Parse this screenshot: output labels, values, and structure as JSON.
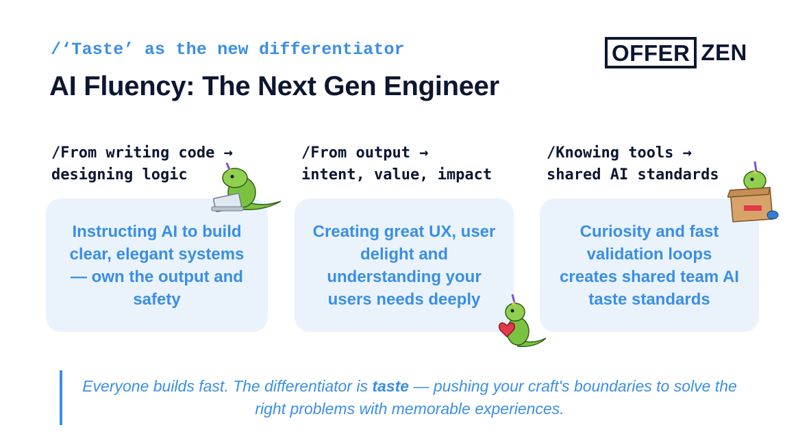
{
  "header": {
    "kicker": "/‘Taste’ as the new differentiator",
    "title": "AI Fluency: The Next Gen Engineer",
    "logo_boxed": "OFFER",
    "logo_rest": "ZEN"
  },
  "columns": [
    {
      "heading_line1": "/From writing code →",
      "heading_line2": "designing logic",
      "body": "Instructing AI to build clear, elegant systems —  own the output and safety"
    },
    {
      "heading_line1": "/From output →",
      "heading_line2": "intent, value, impact",
      "body": "Creating great UX, user delight and understanding your users needs deeply"
    },
    {
      "heading_line1": "/Knowing tools →",
      "heading_line2": "shared AI standards",
      "body": "Curiosity and fast validation loops creates shared team AI taste standards"
    }
  ],
  "quote": {
    "before": "Everyone builds fast. The differentiator is ",
    "emphasis": "taste",
    "after": " — pushing your craft's boundaries to solve the right problems with memorable experiences."
  },
  "colors": {
    "accent": "#3a8ee6",
    "navy": "#0c1631",
    "card_bg": "#eaf3fc",
    "dino_green": "#7cc242"
  },
  "stickers": [
    "dino-laptop-icon",
    "dino-heart-icon",
    "dino-box-icon"
  ]
}
